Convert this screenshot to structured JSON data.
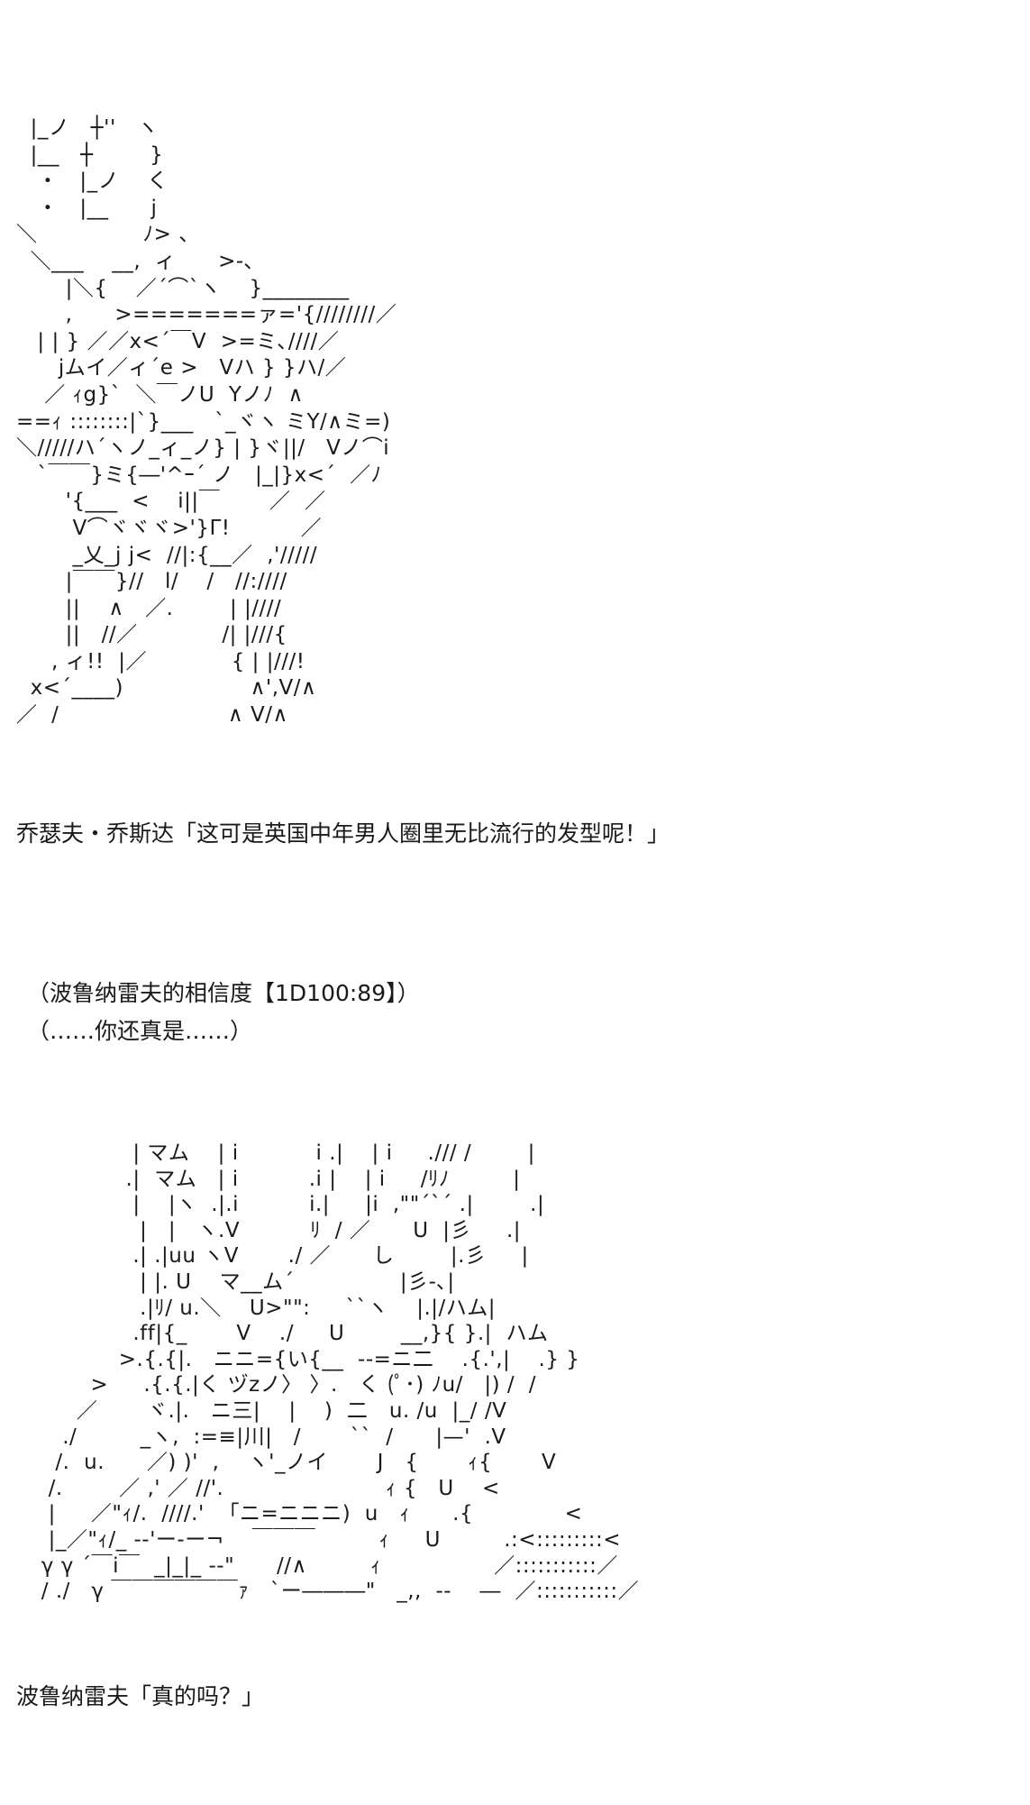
{
  "ascii_art_1": "  |_ノ   ┼''   ヽ\n  |__   ┼        }\n   ・   |_ノ    く\n   ・   |__      j\n＼               ﾉ> 、\n  ＼___    __,  ィ      >-､\n       |＼{    ／´⌒`ヽ    }________\n       ,      >=======ァ='{////////／\n   | | } ／／x<´￣V  >=ミ､////／\n      jムイ／ィ´e >   Vハ } }ハ/／\n    ／ ｨg}`  ＼￣ノU  Yノﾉ  ∧\n==ｨ ::::::::|`}___   `_ヾヽ ミY/∧ミ=)\n＼/////ハ´ヽノ_ィ_ノ} | }ヾ||/   Vノ⌒i\n   `￣￣}ミ{―'^ｰ´ ノ   |_|}x<´  ／ﾉ\n       '{___  <    i||￣       ／  ／\n        V⌒ヾヾヾ>'}Γ!          ／\n        _乂_j j<  //|:{__／  ,'/////\n       |￣￣}//   l/    /   //:////\n       ||    ∧   ／.        | |////\n       ||   //／            /| |///{\n     , ィ!!  |／            { | |///!\n  x<´____)                  ∧',V/∧\n／  /                        ∧ V/∧",
  "dialogue_1": "乔瑟夫・乔斯达「这可是英国中年男人圈里无比流行的发型呢！」",
  "narration_1": "（波鲁纳雷夫的相信度【1D100:89】）",
  "narration_2": "（……你还真是……）",
  "ascii_art_2": "              | マム    | i           i .|    | i     ./// /        |\n             .|  マム   | i          .i |    | i     /ﾘﾉ         |\n              |    |ヽ  .|.i          i.|     |i  ,\"\"´`´ .|        .|\n               |   |   ヽ.V          ﾘ  / ／      U  |彡     .|\n              .| .|uu ヽV       ./ ／      し        |.彡     |\n               | |. U    マ__ム´               |彡-､|\n               .|ﾘ/ u.＼    U>\"\":     ``ヽ    |.|/ハム|\n              .ff|{_       V    ./     U        __,}{ }.|  ハム\n            >.{.{|.   ニニ={い{__  --=ニ二    .{.',|    .} }\n        >     .{.{.|く ヅzノ〉 〉.   く (ﾟ･) ﾉu/   |) /  /\n      ／       ヾ.|.   ニ三|    |    )  二   u. /u  |_/ /V\n    ./         _ヽ,  :=≡|川|   /       ``  /      |—'  .V\n   /.  u.      ／) )'  ,    ヽ'_ノイ       J   {       ｨ{       V\n  /.        ／ ,' ／ //'.                       ｨ {   U    <\n  |     ／\"ｨ/.  ////.'  「ニ=ニニニ)  u   ｨ      .{             <\n  |_／\"ｨ/_ --'ー-ー¬    ￣￣￣         ｨ     U         .:<:::::::::<\n γ γ ´￣i￣  _|_|_ --\"      //∧         ｨ                ／:::::::::::／\n / ./   γ ￣￣￣￣￣￣ｧ   `ー―――\"   _,,  --    ―  ／:::::::::::／",
  "dialogue_2": "波鲁纳雷夫「真的吗？」"
}
